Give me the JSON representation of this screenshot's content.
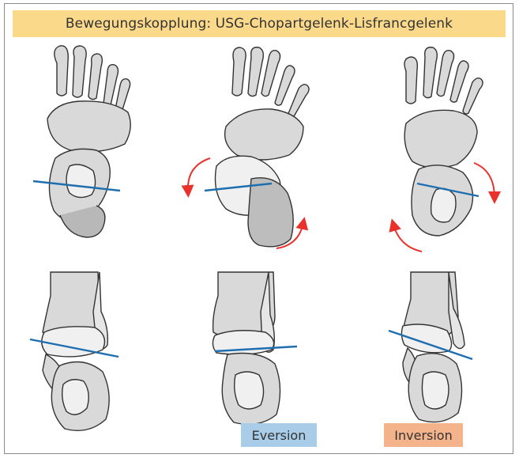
{
  "title": "Bewegungskopplung: USG-Chopartgelenk-Lisfrancgelenk",
  "labels": {
    "eversion": "Eversion",
    "inversion": "Inversion"
  },
  "colors": {
    "title_background": "#fbd98a",
    "eversion_background": "#a9cde8",
    "inversion_background": "#f4b38a",
    "axis_line": "#1f6fb0",
    "rotation_arrow": "#e8322b",
    "bone_fill": "#d9d9d9",
    "bone_outline": "#333333"
  }
}
